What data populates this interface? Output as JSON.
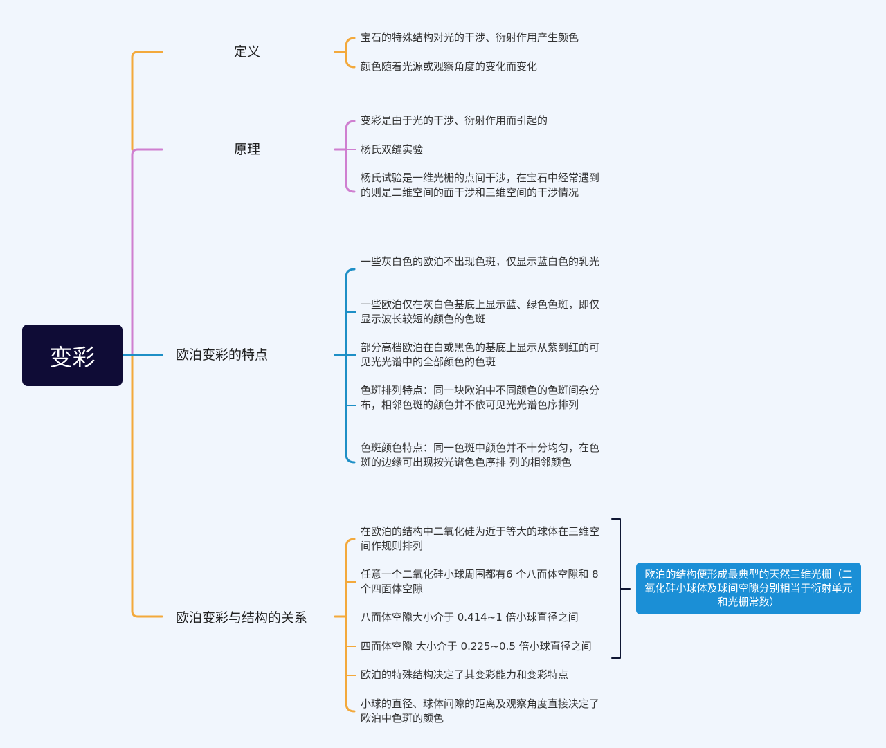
{
  "root": {
    "label": "变彩"
  },
  "colors": {
    "definition": "#f3a93c",
    "principle": "#cf7fd0",
    "features": "#1e8fc6",
    "relation": "#f3a93c",
    "bracket": "#0f1633",
    "callout": "#1b8fd6",
    "root_bg": "#0f0c36"
  },
  "branches": [
    {
      "label": "定义",
      "items": [
        "宝石的特殊结构对光的干涉、衍射作用产生颜色",
        "颜色随着光源或观察角度的变化而变化"
      ]
    },
    {
      "label": "原理",
      "items": [
        "变彩是由于光的干涉、衍射作用而引起的",
        "杨氏双缝实验",
        "杨氏试验是一维光栅的点间干涉，在宝石中经常遇到的则是二维空间的面干涉和三维空间的干涉情况"
      ]
    },
    {
      "label": "欧泊变彩的特点",
      "items": [
        "一些灰白色的欧泊不出现色斑，仅显示蓝白色的乳光",
        "一些欧泊仅在灰白色基底上显示蓝、绿色色斑，即仅显示波长较短的颜色的色斑",
        "部分高档欧泊在白或黑色的基底上显示从紫到红的可见光光谱中的全部颜色的色斑",
        "色斑排列特点：同一块欧泊中不同颜色的色斑间杂分布，相邻色斑的颜色并不依可见光光谱色序排列",
        "色斑颜色特点：同一色斑中颜色并不十分均匀，在色斑的边缘可出现按光谱色色序排 列的相邻颜色"
      ]
    },
    {
      "label": "欧泊变彩与结构的关系",
      "items": [
        "在欧泊的结构中二氧化硅为近于等大的球体在三维空间作规则排列",
        "任意一个二氧化硅小球周围都有6 个八面体空隙和 8 个四面体空隙",
        "八面体空隙大小介于 0.414~1 倍小球直径之间",
        "四面体空隙 大小介于 0.225~0.5 倍小球直径之间",
        "欧泊的特殊结构决定了其变彩能力和变彩特点",
        "小球的直径、球体间隙的距离及观察角度直接决定了欧泊中色斑的颜色"
      ],
      "summary": "欧泊的结构便形成最典型的天然三维光栅（二氧化硅小球体及球间空隙分别相当于衍射单元和光栅常数）"
    }
  ]
}
